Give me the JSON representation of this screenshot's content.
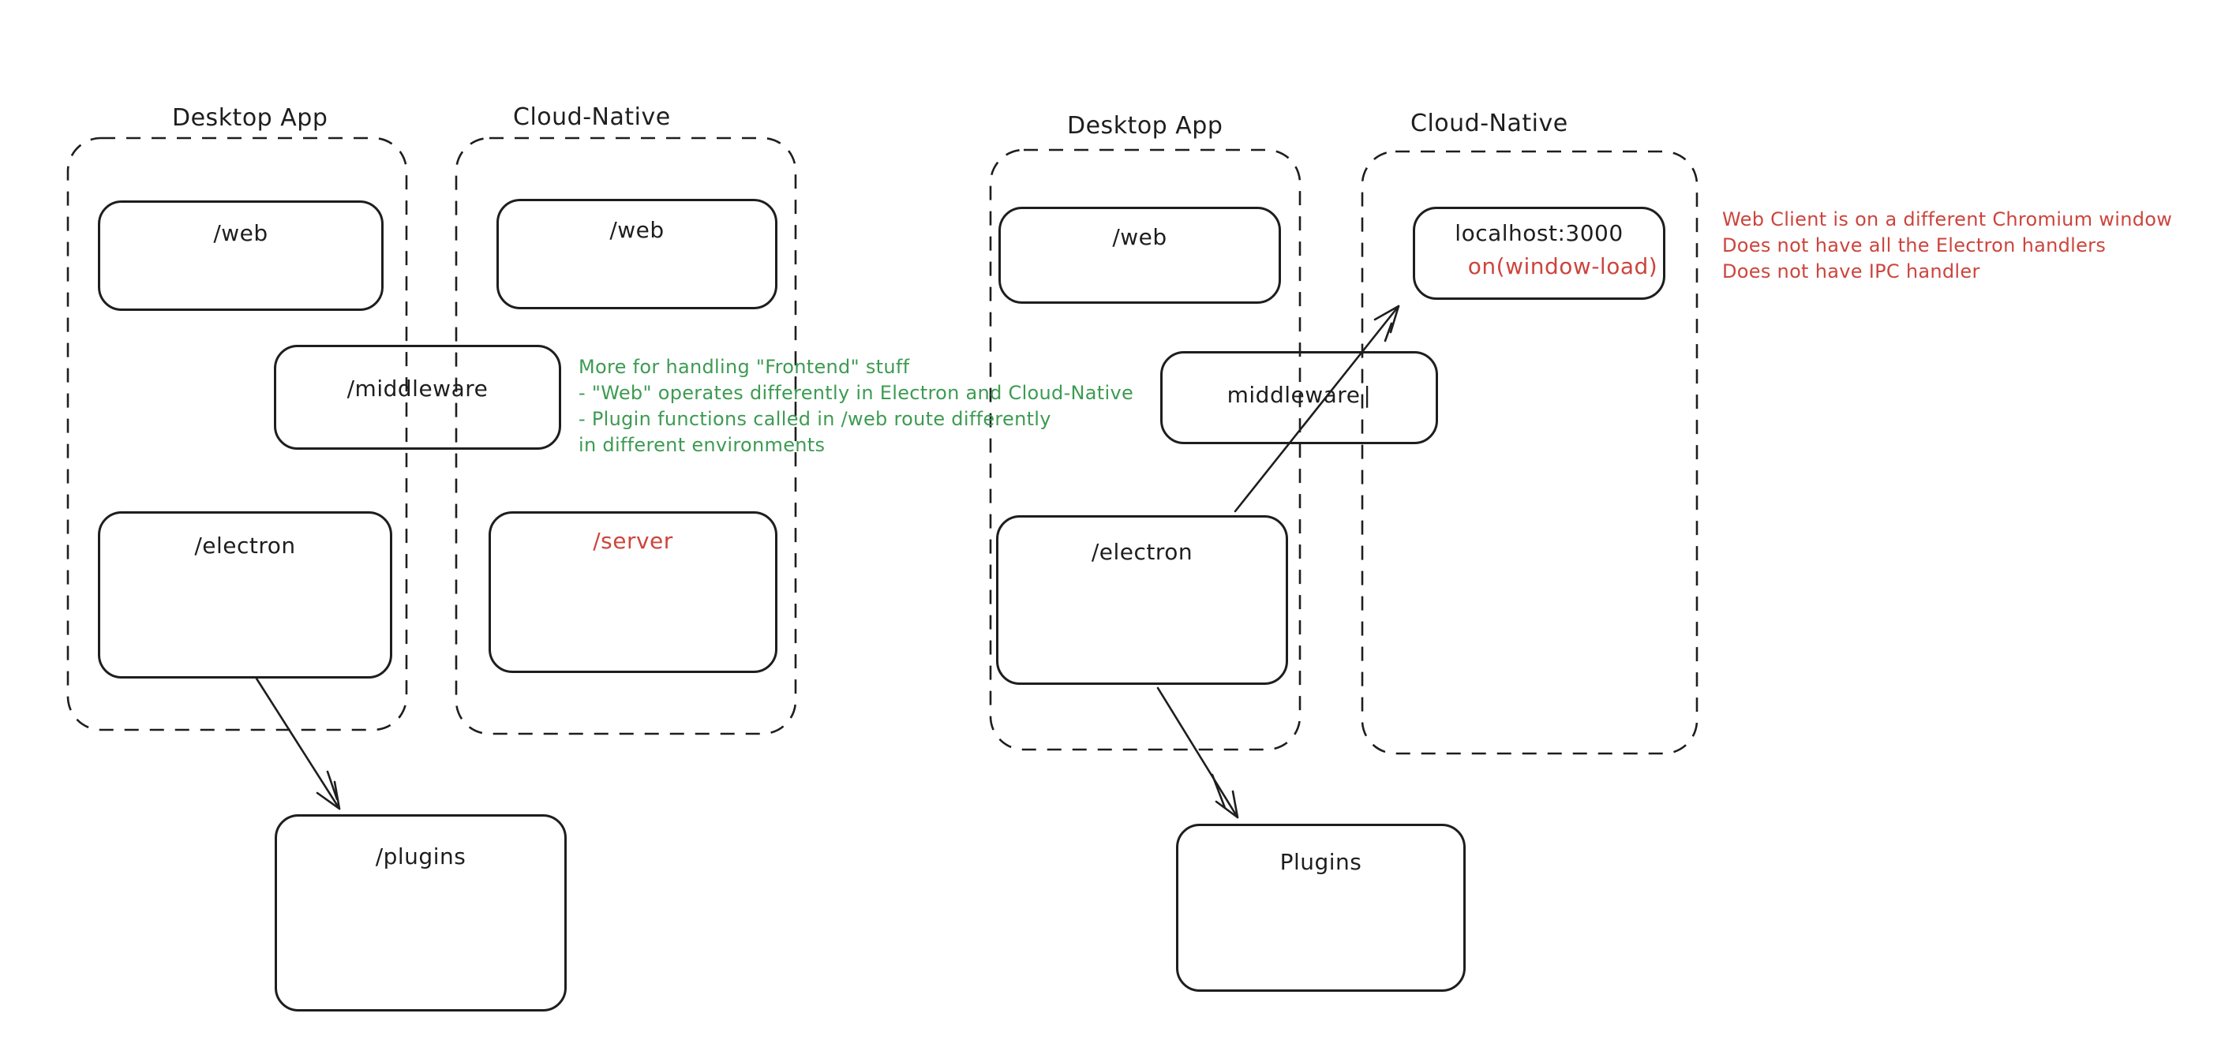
{
  "colors": {
    "ink": "#1e1e1e",
    "red": "#cc453d",
    "green": "#3d9b52",
    "bg": "#ffffff"
  },
  "titles": {
    "left_desktop": "Desktop App",
    "left_cloud": "Cloud-Native",
    "right_desktop": "Desktop App",
    "right_cloud": "Cloud-Native"
  },
  "boxes": {
    "left_web": "/web",
    "left_cloud_web": "/web",
    "left_middleware": "/middleware",
    "left_electron": "/electron",
    "left_server": "/server",
    "left_plugins": "/plugins",
    "right_web": "/web",
    "right_localhost": "localhost:3000",
    "right_localhost_event": "on(window-load)",
    "right_middleware": "middleware",
    "right_middleware_cursor": "|",
    "right_electron": "/electron",
    "right_plugins": "Plugins"
  },
  "annotations": {
    "green": {
      "lines": [
        "More for handling \"Frontend\" stuff",
        "- \"Web\" operates differently in Electron and Cloud-Native",
        "- Plugin functions called in /web route differently",
        "in different environments"
      ]
    },
    "red": {
      "lines": [
        "Web Client is on a different Chromium window",
        "Does not have all the Electron handlers",
        "Does not have IPC handler"
      ]
    }
  }
}
